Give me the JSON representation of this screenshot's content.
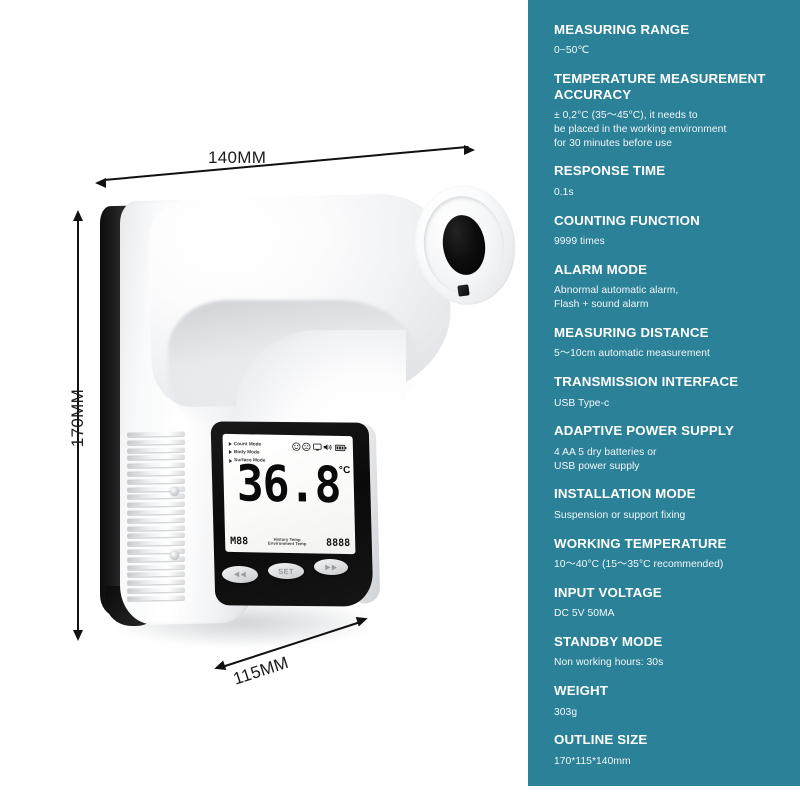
{
  "dimensions": {
    "width_label": "140MM",
    "height_label": "170MM",
    "depth_label": "115MM"
  },
  "device": {
    "lcd": {
      "modes": [
        "Count Mode",
        "Body Mode",
        "Surface Mode"
      ],
      "icons": [
        "smiley-face-icon",
        "sad-face-icon",
        "monitor-icon",
        "speaker-icon",
        "battery-icon"
      ],
      "temperature": "36.8",
      "unit": "°C",
      "memory": "M88",
      "history_label": "History Temp",
      "environment_label": "Environment Temp",
      "environment_value": "8888"
    },
    "buttons": {
      "prev": "prev-button",
      "set": "SET",
      "next": "next-button"
    }
  },
  "spec_panel": {
    "accent_color": "#2b8197",
    "items": [
      {
        "label": "MEASURING RANGE",
        "value": "0~50℃"
      },
      {
        "label": "TEMPERATURE MEASUREMENT ACCURACY",
        "value": "± 0,2°C (35～45°C), it needs to\nbe placed in the working environment\nfor 30 minutes before use"
      },
      {
        "label": "RESPONSE TIME",
        "value": "0.1s"
      },
      {
        "label": "COUNTING FUNCTION",
        "value": "9999 times"
      },
      {
        "label": "ALARM MODE",
        "value": "Abnormal automatic alarm,\nFlash + sound alarm"
      },
      {
        "label": "MEASURING DISTANCE",
        "value": "5～10cm automatic measurement"
      },
      {
        "label": "TRANSMISSION INTERFACE",
        "value": "USB Type-c"
      },
      {
        "label": "ADAPTIVE POWER SUPPLY",
        "value": "4 AA 5 dry batteries or\nUSB power supply"
      },
      {
        "label": "INSTALLATION MODE",
        "value": "Suspension or support fixing"
      },
      {
        "label": "WORKING TEMPERATURE",
        "value": "10～40°C (15～35°C recommended)"
      },
      {
        "label": "INPUT VOLTAGE",
        "value": "DC 5V 50MA"
      },
      {
        "label": "STANDBY MODE",
        "value": "Non working hours: 30s"
      },
      {
        "label": "WEIGHT",
        "value": "303g"
      },
      {
        "label": "OUTLINE SIZE",
        "value": "170*115*140mm"
      }
    ]
  }
}
